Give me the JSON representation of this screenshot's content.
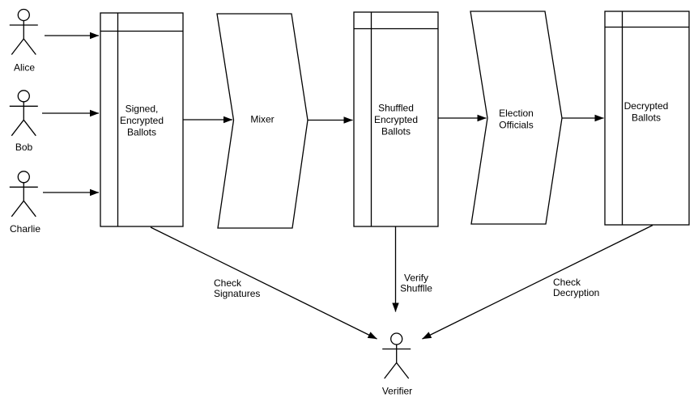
{
  "actors": {
    "alice": {
      "label": "Alice"
    },
    "bob": {
      "label": "Bob"
    },
    "charlie": {
      "label": "Charlie"
    },
    "verifier": {
      "label": "Verifier"
    }
  },
  "nodes": {
    "signed_ballots": {
      "lines": [
        "Signed,",
        "Encrypted",
        "Ballots"
      ]
    },
    "mixer": {
      "label": "Mixer"
    },
    "shuffled_ballots": {
      "lines": [
        "Shuffled",
        "Encrypted",
        "Ballots"
      ]
    },
    "election_officials": {
      "lines": [
        "Election",
        "Officials"
      ]
    },
    "decrypted_ballots": {
      "lines": [
        "Decrypted",
        "Ballots"
      ]
    }
  },
  "edge_labels": {
    "check_signatures": {
      "lines": [
        "Check",
        "Signatures"
      ]
    },
    "verify_shuffle": {
      "lines": [
        "Verify",
        "Shufflle"
      ]
    },
    "check_decryption": {
      "lines": [
        "Check",
        "Decryption"
      ]
    }
  },
  "colors": {
    "stroke": "#000000",
    "background": "#ffffff",
    "text": "#000000"
  }
}
